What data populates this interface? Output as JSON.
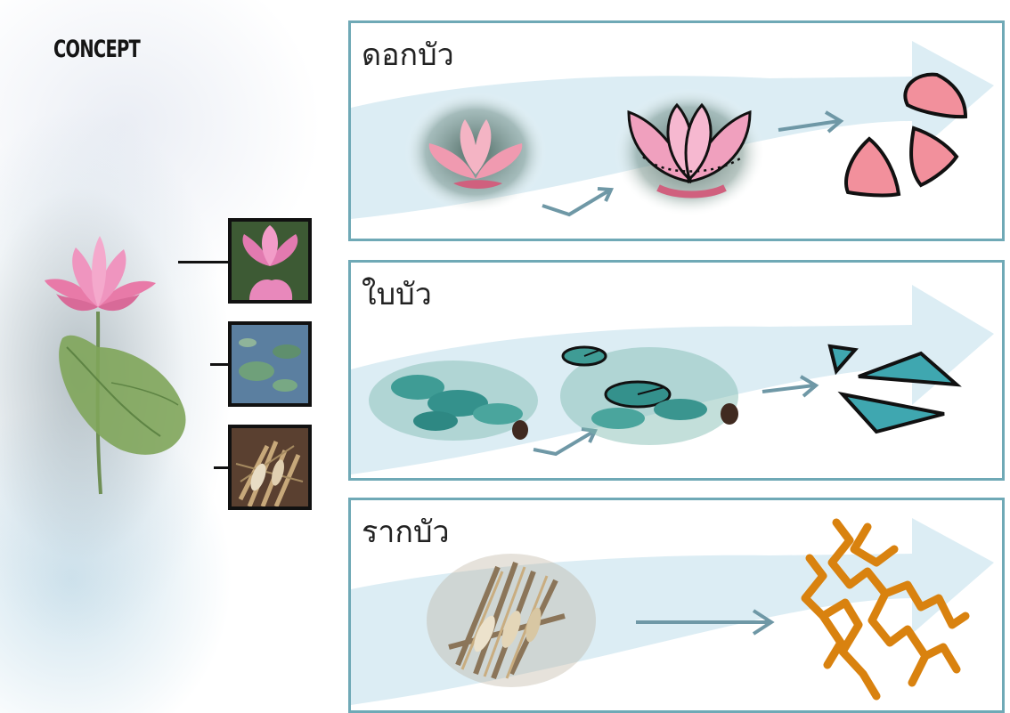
{
  "concept": {
    "title": "CONCEPT",
    "thumbnails": [
      {
        "name": "lotus-flower-thumb"
      },
      {
        "name": "lotus-leaf-pond-thumb"
      },
      {
        "name": "lotus-root-thumb"
      }
    ]
  },
  "panels": [
    {
      "title": "ดอกบัว",
      "subject": "lotus-flower",
      "result_shape": "petal-shapes"
    },
    {
      "title": "ใบบัว",
      "subject": "lotus-leaf",
      "result_shape": "leaf-shards"
    },
    {
      "title": "รากบัว",
      "subject": "lotus-root",
      "result_shape": "root-pattern"
    }
  ],
  "colors": {
    "panel_border": "#6fa9b6",
    "arrow": "#6f98a6",
    "petal_fill": "#f2909c",
    "leaf_fill": "#3fa7b0",
    "root_stroke": "#d9820f"
  }
}
